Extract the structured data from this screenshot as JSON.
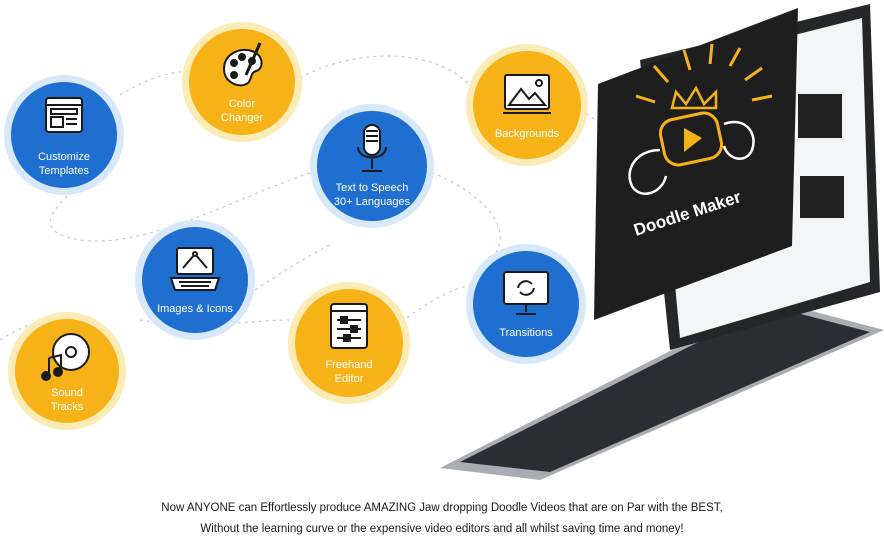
{
  "features": [
    {
      "id": "customize-templates",
      "label": "Customize\nTemplates",
      "icon": "browser-template-icon",
      "color": "blue"
    },
    {
      "id": "color-changer",
      "label": "Color\nChanger",
      "icon": "palette-brush-icon",
      "color": "yellow"
    },
    {
      "id": "text-to-speech",
      "label": "Text to Speech\n30+ Languages",
      "icon": "microphone-icon",
      "color": "blue"
    },
    {
      "id": "backgrounds",
      "label": "Backgrounds",
      "icon": "landscape-picture-icon",
      "color": "yellow"
    },
    {
      "id": "images-icons",
      "label": "Images & Icons",
      "icon": "laptop-vector-icon",
      "color": "blue"
    },
    {
      "id": "transitions",
      "label": "Transitions",
      "icon": "monitor-refresh-icon",
      "color": "blue"
    },
    {
      "id": "sound-tracks",
      "label": "Sound\nTracks",
      "icon": "music-disc-icon",
      "color": "yellow"
    },
    {
      "id": "freehand-editor",
      "label": "Freehand\nEditor",
      "icon": "sliders-window-icon",
      "color": "yellow"
    }
  ],
  "laptop": {
    "brand": "Doodle Maker",
    "screen_color": "#1e1e1e",
    "logo_color": "#f7b217"
  },
  "tagline": {
    "line1": "Now ANYONE can Effortlessly produce AMAZING Jaw dropping Doodle Videos that are on Par with the BEST,",
    "line2": "Without the learning curve or the expensive video editors and all whilst saving time and money!"
  },
  "colors": {
    "blue": "#1f6fd1",
    "blue_ring": "#d8e8fb",
    "yellow": "#f7b217",
    "yellow_ring": "#fdebb5"
  }
}
